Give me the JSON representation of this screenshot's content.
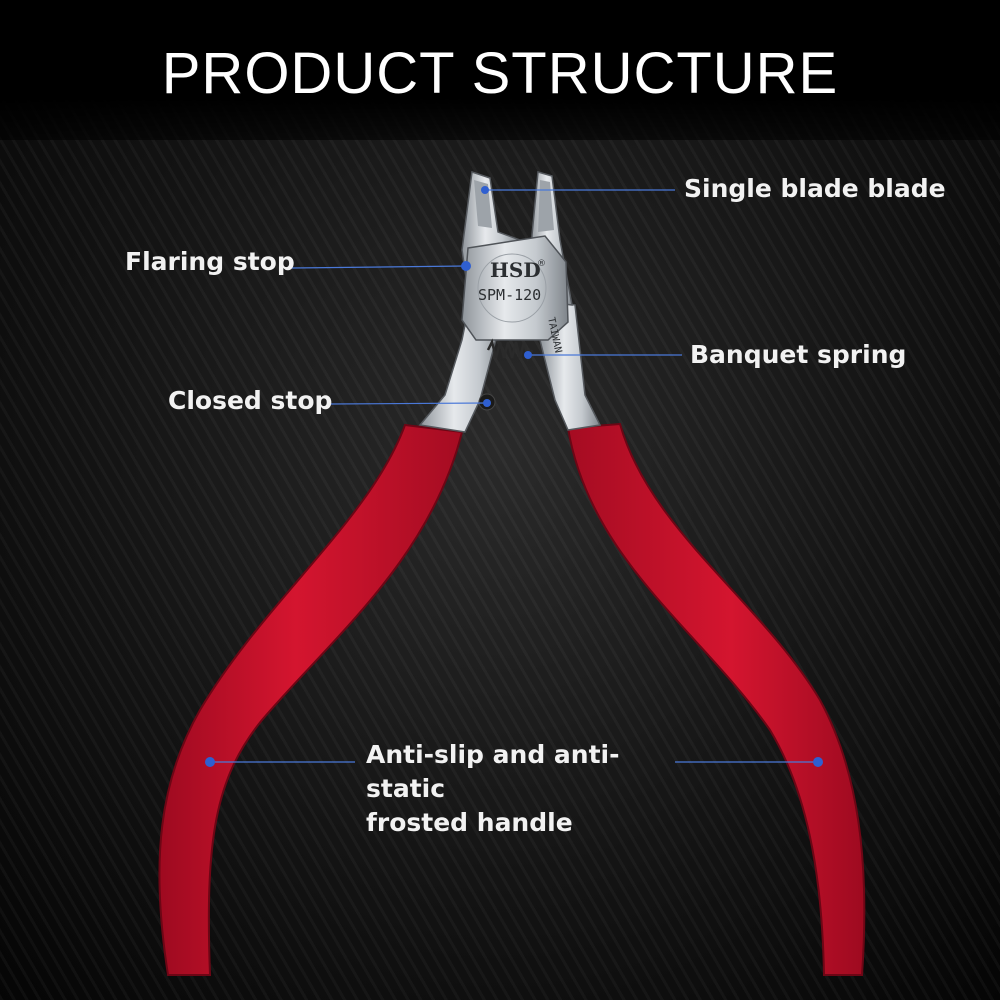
{
  "title": "PRODUCT STRUCTURE",
  "tool": {
    "brand": "HSD",
    "model": "SPM-120",
    "origin": "TAIWAN",
    "registered_mark": "®"
  },
  "labels": {
    "single_blade": "Single blade blade",
    "flaring_stop": "Flaring stop",
    "banquet_spring": "Banquet spring",
    "closed_stop": "Closed stop",
    "handle_line1": "Anti-slip and anti-static",
    "handle_line2": "frosted handle"
  },
  "colors": {
    "handle": "#c8102e",
    "steel": "#c9cdd1",
    "leader_line": "#4a78d8",
    "marker_dot": "#2f5fd0",
    "text": "#f2f2f2"
  }
}
